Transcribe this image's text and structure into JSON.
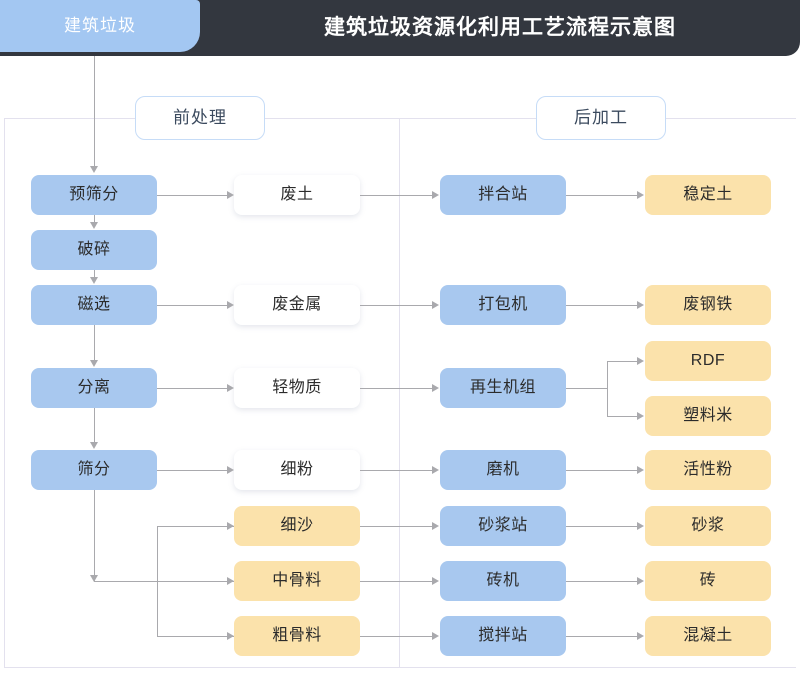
{
  "header": {
    "tab_label": "建筑垃圾",
    "title": "建筑垃圾资源化利用工艺流程示意图",
    "bar_color": "#33373f",
    "tab_color": "#a3c7f2"
  },
  "sections": {
    "pre": "前处理",
    "post": "后加工"
  },
  "palette": {
    "blue": "#a8c8ef",
    "yellow": "#fbe2ab",
    "white": "#ffffff",
    "line": "#a9a9ad",
    "guide": "#e3e1ee"
  },
  "nodes": {
    "pre_screen": "预筛分",
    "crush": "破碎",
    "magnetic": "磁选",
    "separate": "分离",
    "screen": "筛分",
    "waste_soil": "废土",
    "waste_metal": "废金属",
    "light_material": "轻物质",
    "fine_powder": "细粉",
    "fine_sand": "细沙",
    "medium_aggregate": "中骨料",
    "coarse_aggregate": "粗骨料",
    "mixing_station": "拌合站",
    "baler": "打包机",
    "recycling_unit": "再生机组",
    "mill": "磨机",
    "mortar_station": "砂浆站",
    "brick_machine": "砖机",
    "concrete_station": "搅拌站",
    "stabilized_soil": "稳定土",
    "scrap_steel": "废钢铁",
    "rdf": "RDF",
    "plastic_pellet": "塑料米",
    "active_powder": "活性粉",
    "mortar": "砂浆",
    "brick": "砖",
    "concrete": "混凝土"
  }
}
